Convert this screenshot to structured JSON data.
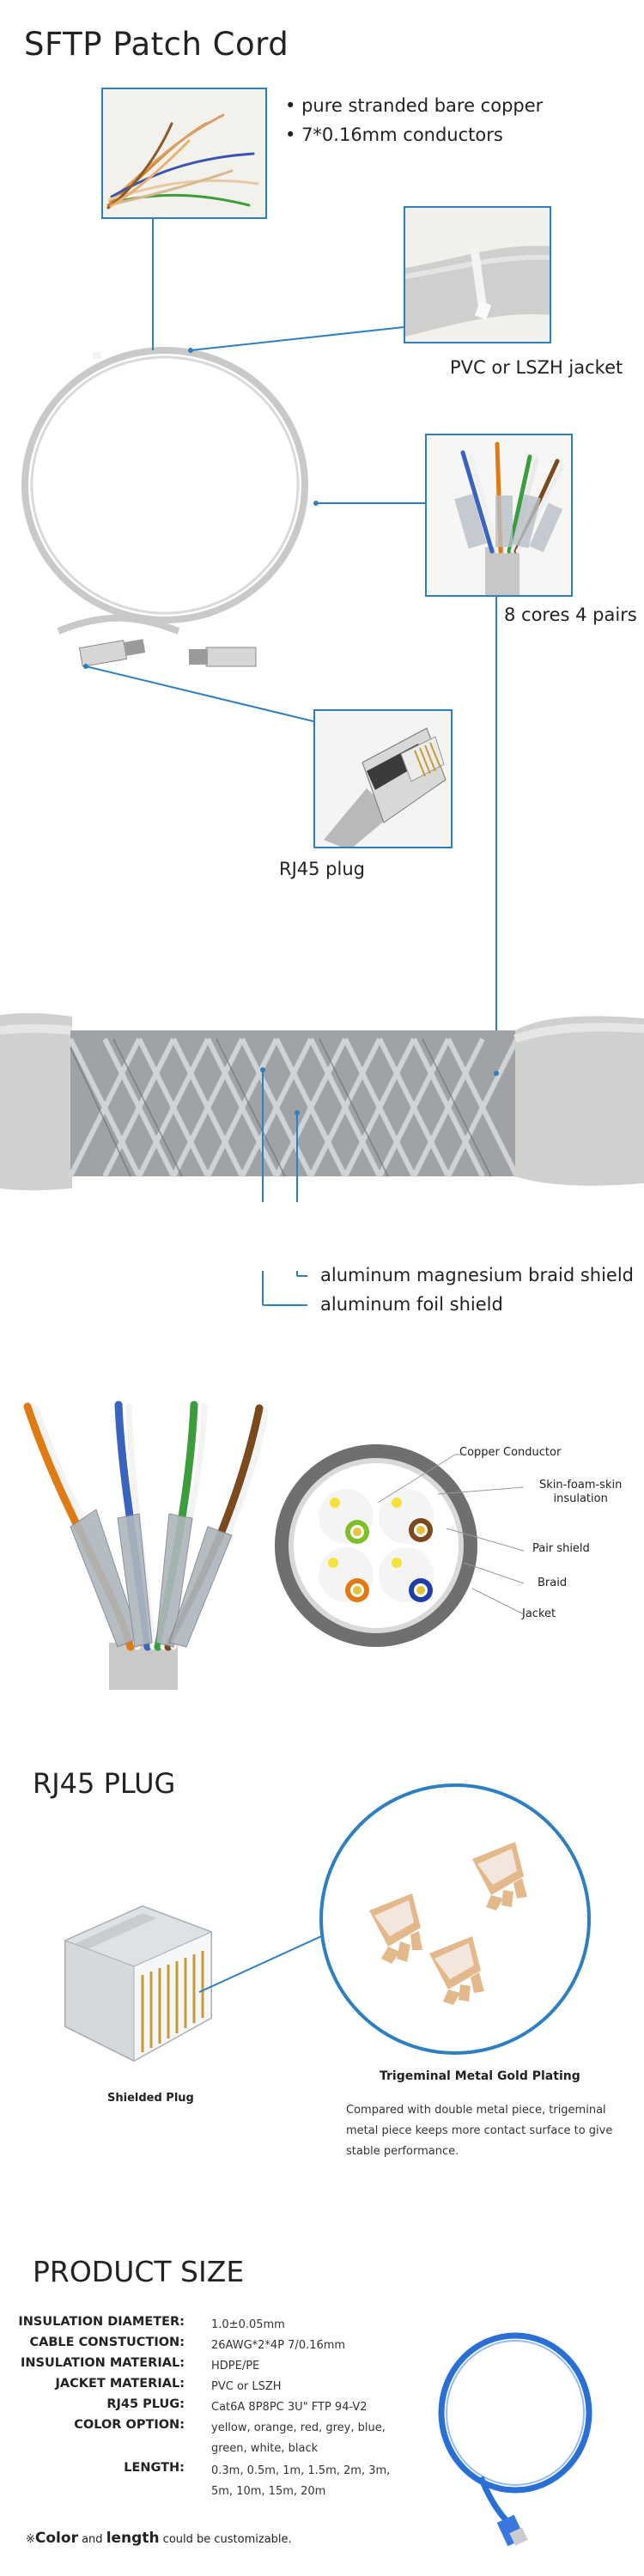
{
  "page": {
    "title": "SFTP Patch Cord"
  },
  "features": [
    "pure stranded bare copper",
    "7*0.16mm conductors"
  ],
  "labels": {
    "jacket": "PVC or LSZH jacket",
    "cores": "8 cores 4 pairs",
    "plug": "RJ45 plug",
    "braid": "aluminum magnesium braid shield",
    "foil": "aluminum foil shield"
  },
  "cross_section": {
    "copper": "Copper Conductor",
    "skin_line1": "Skin-foam-skin",
    "skin_line2": "insulation",
    "pair_shield": "Pair shield",
    "braid": "Braid",
    "jacket": "Jacket"
  },
  "rj45": {
    "title": "RJ45 PLUG",
    "shielded_plug": "Shielded Plug",
    "plating_title": "Trigeminal Metal Gold Plating",
    "plating_desc": "Compared with double metal piece, trigeminal metal piece keeps more contact surface to give stable performance."
  },
  "product": {
    "title": "PRODUCT SIZE",
    "specs": [
      {
        "key": "INSULATION DIAMETER:",
        "value": "1.0±0.05mm"
      },
      {
        "key": "CABLE CONSTUCTION:",
        "value": "26AWG*2*4P  7/0.16mm"
      },
      {
        "key": "INSULATION MATERIAL:",
        "value": "HDPE/PE"
      },
      {
        "key": "JACKET MATERIAL:",
        "value": "PVC or LSZH"
      },
      {
        "key": "RJ45 PLUG:",
        "value": "Cat6A 8P8PC 3U\"  FTP 94-V2"
      },
      {
        "key": "COLOR OPTION:",
        "value": "yellow, orange, red, grey, blue, green, white, black"
      },
      {
        "key": "LENGTH:",
        "value": "0.3m, 0.5m, 1m, 1.5m, 2m, 3m, 5m, 10m, 15m, 20m"
      }
    ],
    "note_mark": "※",
    "note_color": "Color",
    "note_and": " and ",
    "note_length": "length",
    "note_rest": " could be customizable."
  },
  "colors": {
    "accent": "#2e7fc0",
    "cable": "#c9c9c7",
    "blue_cable": "#2a6fd6"
  },
  "pair_colors": [
    "#7fbf2a",
    "#7a4a1e",
    "#e07a12",
    "#1e3fa8"
  ]
}
